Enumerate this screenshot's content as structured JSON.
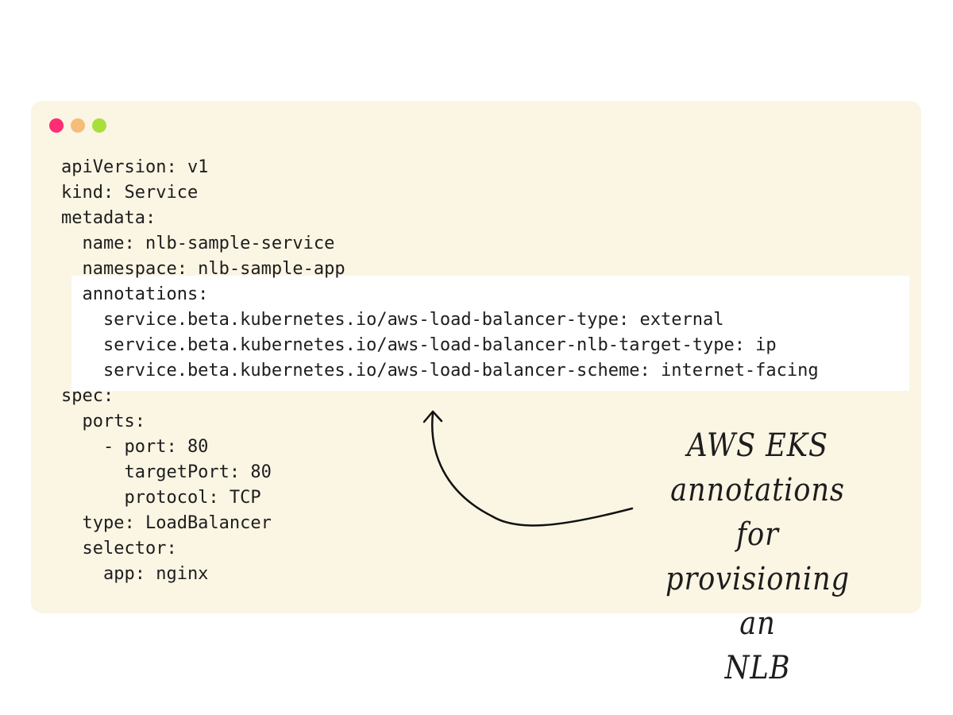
{
  "window": {
    "background": "#fbf5e4",
    "highlight_background": "#ffffff",
    "controls": [
      {
        "name": "close",
        "color": "#ff2d74"
      },
      {
        "name": "minimize",
        "color": "#f5bd7a"
      },
      {
        "name": "maximize",
        "color": "#a7e03a"
      }
    ]
  },
  "code": {
    "lines": [
      "apiVersion: v1",
      "kind: Service",
      "metadata:",
      "  name: nlb-sample-service",
      "  namespace: nlb-sample-app",
      "  annotations:",
      "    service.beta.kubernetes.io/aws-load-balancer-type: external",
      "    service.beta.kubernetes.io/aws-load-balancer-nlb-target-type: ip",
      "    service.beta.kubernetes.io/aws-load-balancer-scheme: internet-facing",
      "spec:",
      "  ports:",
      "    - port: 80",
      "      targetPort: 80",
      "      protocol: TCP",
      "  type: LoadBalancer",
      "  selector:",
      "    app: nginx"
    ]
  },
  "annotation_note": {
    "lines": [
      "AWS EKS",
      "annotations for",
      "provisioning an",
      "NLB"
    ]
  }
}
